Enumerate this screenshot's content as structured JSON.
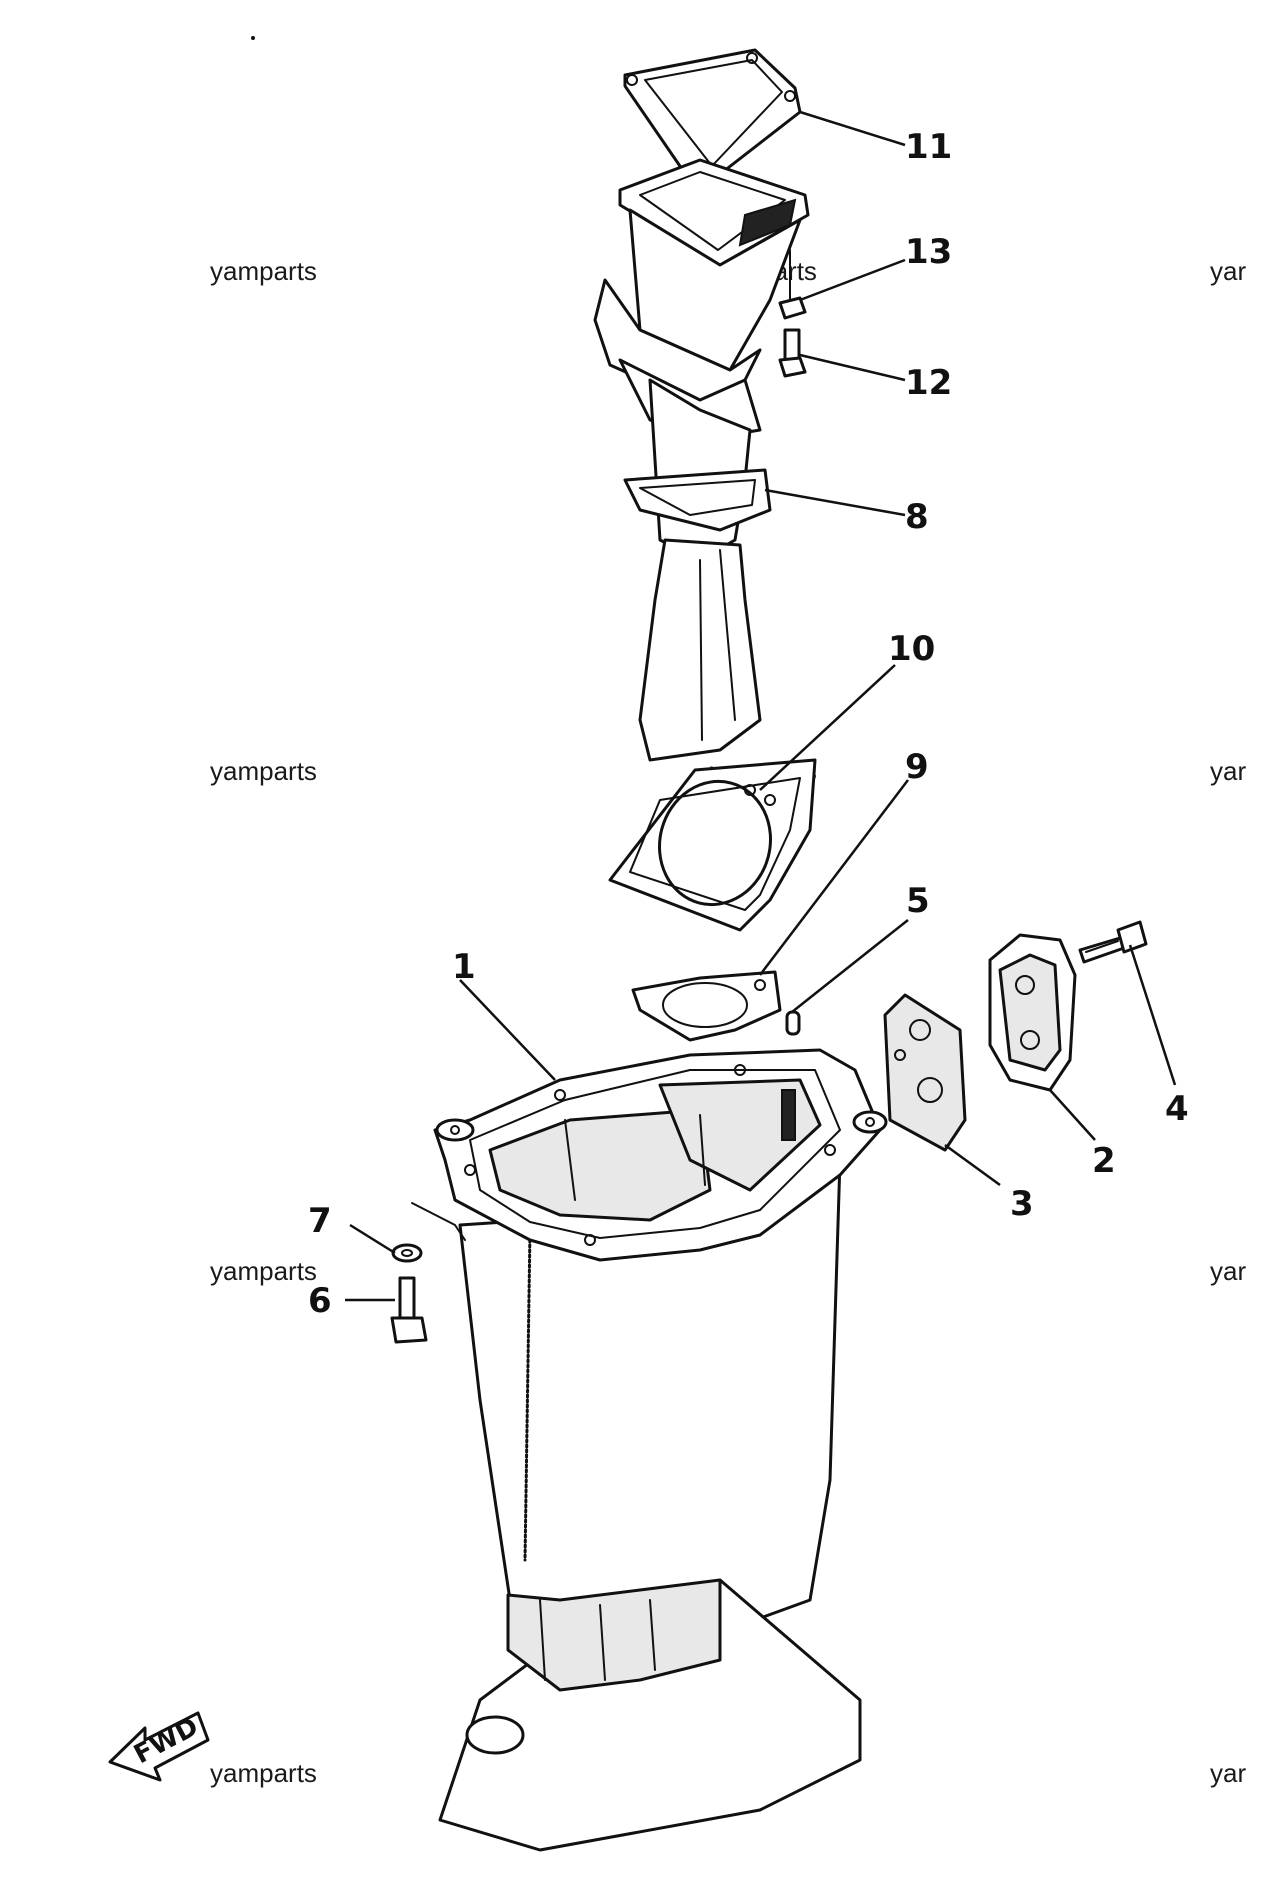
{
  "diagram": {
    "callouts": [
      "1",
      "2",
      "3",
      "4",
      "5",
      "6",
      "7",
      "8",
      "9",
      "10",
      "11",
      "12",
      "13"
    ],
    "fwd_label": "FWD",
    "watermark": "yamparts",
    "watermark_partial": "yar"
  }
}
